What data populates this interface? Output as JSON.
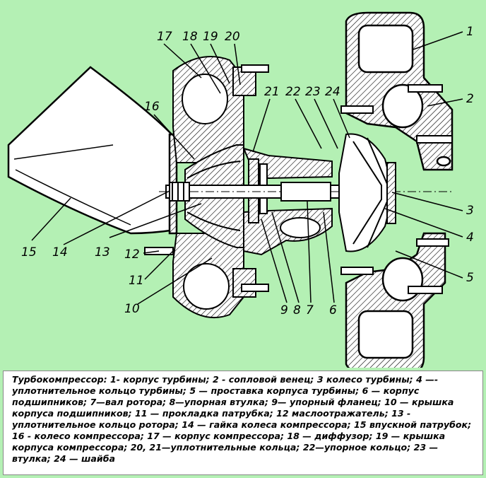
{
  "callouts": {
    "n1": "1",
    "n2": "2",
    "n3": "3",
    "n4": "4",
    "n5": "5",
    "n6": "6",
    "n7": "7",
    "n8": "8",
    "n9": "9",
    "n10": "10",
    "n11": "11",
    "n12": "12",
    "n13": "13",
    "n14": "14",
    "n15": "15",
    "n16": "16",
    "n17": "17",
    "n18": "18",
    "n19": "19",
    "n20": "20",
    "n21": "21",
    "n22": "22",
    "n23": "23",
    "n24": "24"
  },
  "caption": "Турбокомпрессор: 1- корпус турбины; 2 - сопловой венец; 3 колесо турбины; 4 —- уплотнительное кольцо турбины; 5 — проставка корпуса турбины; 6 — корпус подшипников; 7—вал ротора; 8—упорная втулка; 9— упорный фланец; 10 — крышка корпуса подшипников; 11 — прокладка патрубка; 12 маслоотражатель; 13 - уплотнительное кольцо ротора; 14 — гайка колеса компрессора; 15 впускной патрубок; 16 - колесо компрессора; 17 — корпус компрессора; 18 — диффузор; 19 — крышка корпуса компрессора; 20, 21—уплотнительные кольца; 22—упорное кольцо; 23 — втулка; 24 — шайба",
  "colors": {
    "background": "#b4f0b4",
    "line": "#000000",
    "fill": "#ffffff"
  }
}
